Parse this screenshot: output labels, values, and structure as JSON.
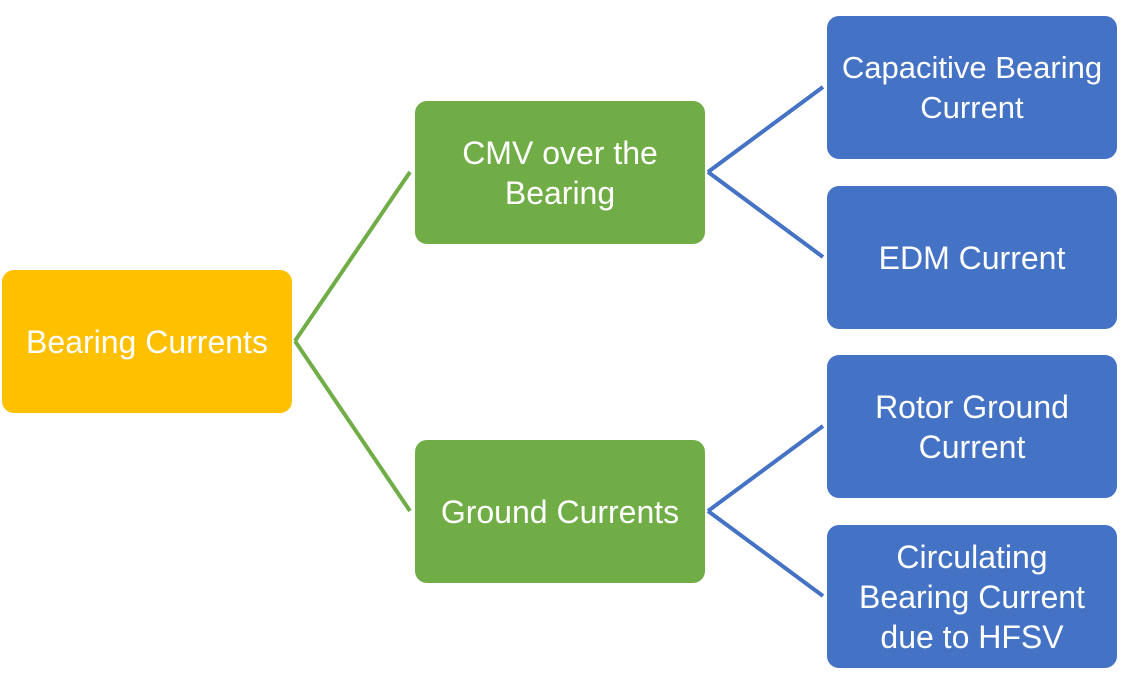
{
  "colors": {
    "root": "#FFC000",
    "level1": "#70AD47",
    "level2": "#4472C4",
    "text": "#FFFFFF"
  },
  "nodes": {
    "root": {
      "label": "Bearing Currents"
    },
    "cmv": {
      "label": "CMV over the\nBearing"
    },
    "ground": {
      "label": "Ground Currents"
    },
    "capacitive": {
      "label": "Capacitive Bearing\nCurrent"
    },
    "edm": {
      "label": "EDM Current"
    },
    "rotor": {
      "label": "Rotor Ground\nCurrent"
    },
    "circulating": {
      "label": "Circulating\nBearing Current\ndue to HFSV"
    }
  }
}
